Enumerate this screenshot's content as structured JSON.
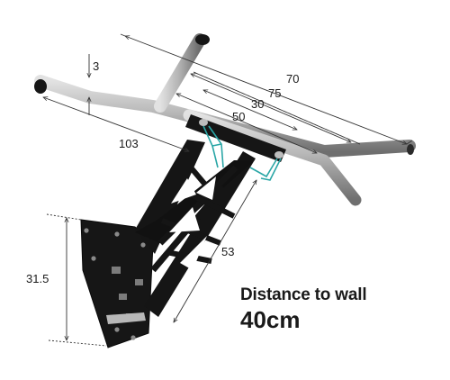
{
  "dimensions": {
    "drop": "3",
    "outer_width": "70",
    "mid_width": "75",
    "handle_spacing": "30",
    "bracket_width": "50",
    "depth": "103",
    "arm_length": "53",
    "plate_height": "31.5"
  },
  "caption": {
    "line1": "Distance to wall",
    "line2": "40cm"
  },
  "colors": {
    "steel_light": "#c9c9c9",
    "steel_mid": "#9a9a9a",
    "steel_dark": "#6a6a6a",
    "frame_black": "#151515",
    "strap_teal": "#2aa6a6",
    "dimension_line": "#333333"
  }
}
